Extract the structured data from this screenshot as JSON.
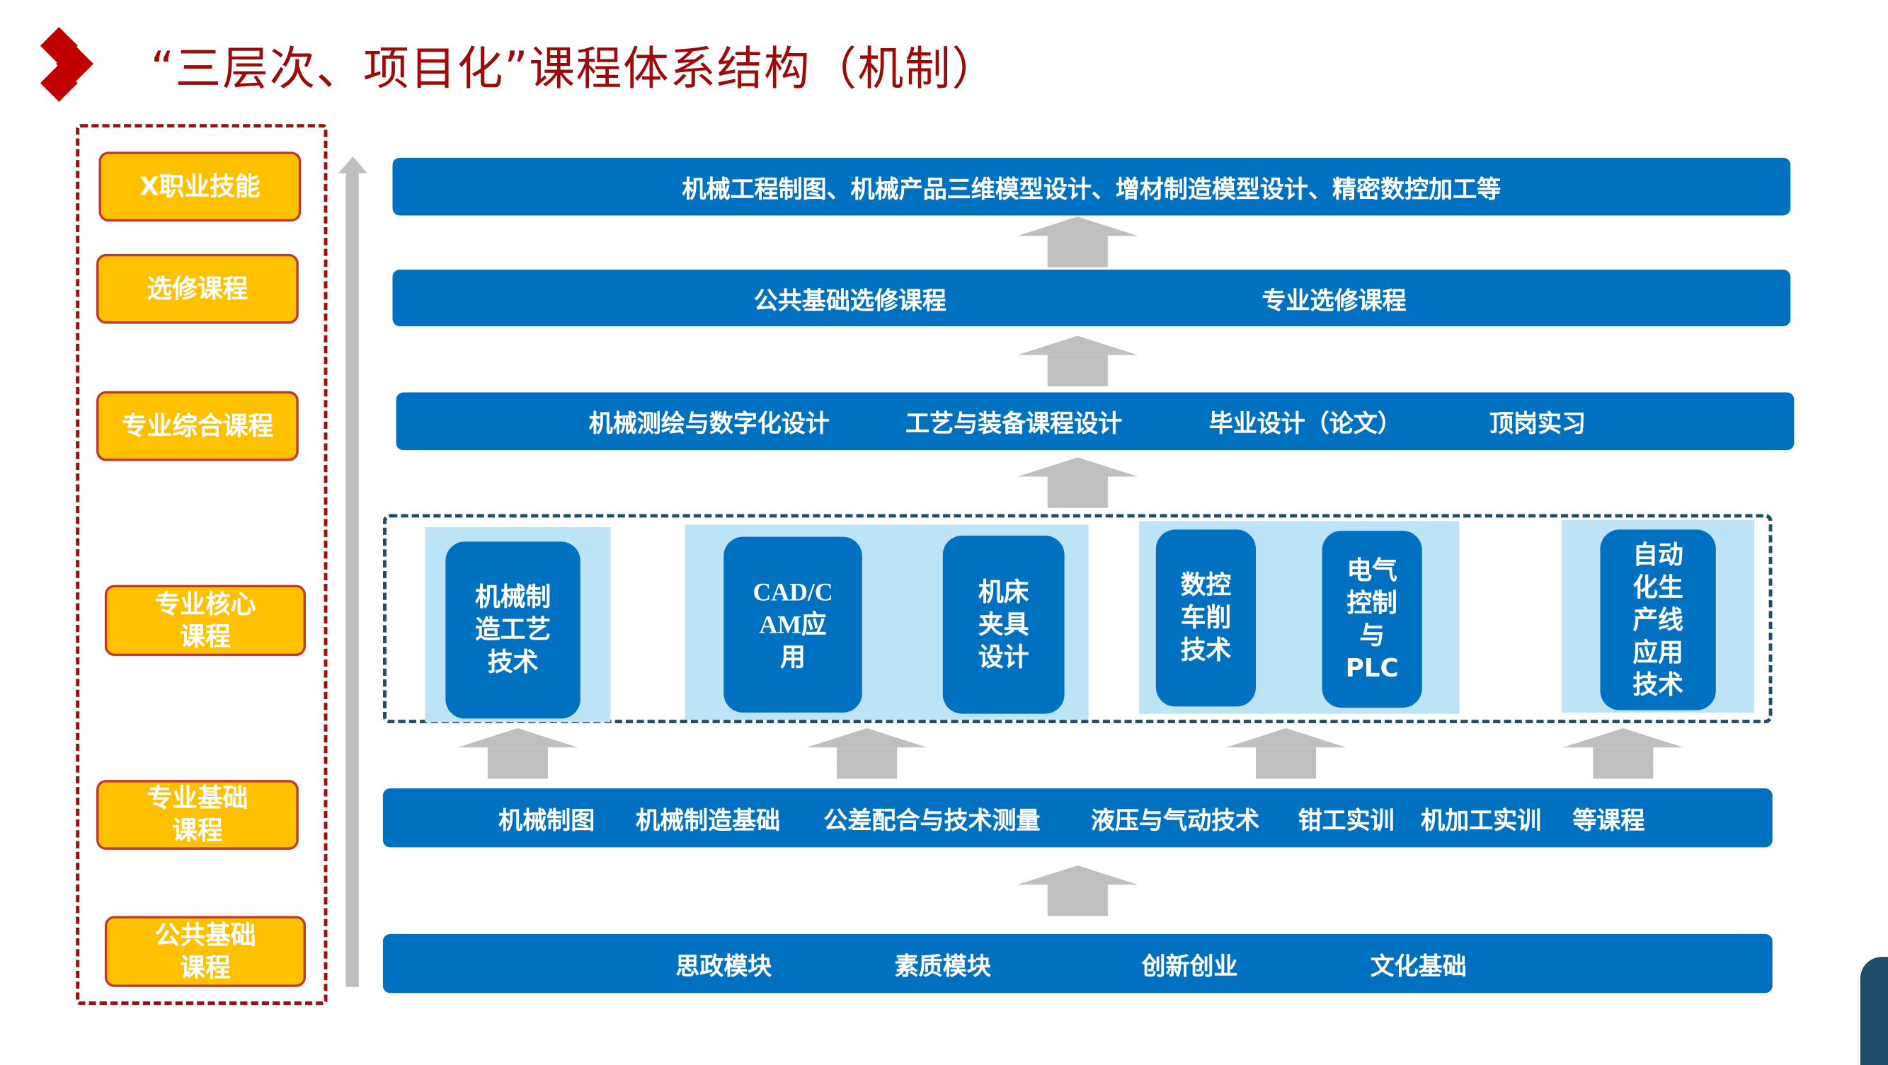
{
  "title": "“三层次、项目化”课程体系结构（机制）",
  "levels": [
    {
      "label": "X职业技能"
    },
    {
      "label": "选修课程"
    },
    {
      "label": "专业综合课程"
    },
    {
      "label": "专业核心\n课程"
    },
    {
      "label": "专业基础\n课程"
    },
    {
      "label": "公共基础\n课程"
    }
  ],
  "bars": {
    "skills": "机械工程制图、机械产品三维模型设计、增材制造模型设计、精密数控加工等",
    "electives": [
      "公共基础选修课程",
      "专业选修课程"
    ],
    "comprehensive": [
      "机械测绘与数字化设计",
      "工艺与装备课程设计",
      "毕业设计（论文）",
      "顶岗实习"
    ],
    "basics": [
      "机械制图",
      "机械制造基础",
      "公差配合与技术测量",
      "液压与气动技术",
      "钳工实训",
      "机加工实训",
      "等课程"
    ],
    "public": [
      "思政模块",
      "素质模块",
      "创新创业",
      "文化基础"
    ]
  },
  "core": [
    "机械制\n造工艺\n技术",
    "CAD/C\nAM应\n用",
    "机床\n夹具\n设计",
    "数控\n车削\n技术",
    "电气\n控制\n与\nPLC",
    "自动\n化生\n产线\n应用\n技术"
  ],
  "colors": {
    "title": "#9c0a0a",
    "bar": "#0070C0",
    "level_fill": "#FFC000",
    "panel": "#BDE3F7",
    "arrow": "#bfbfbf"
  }
}
